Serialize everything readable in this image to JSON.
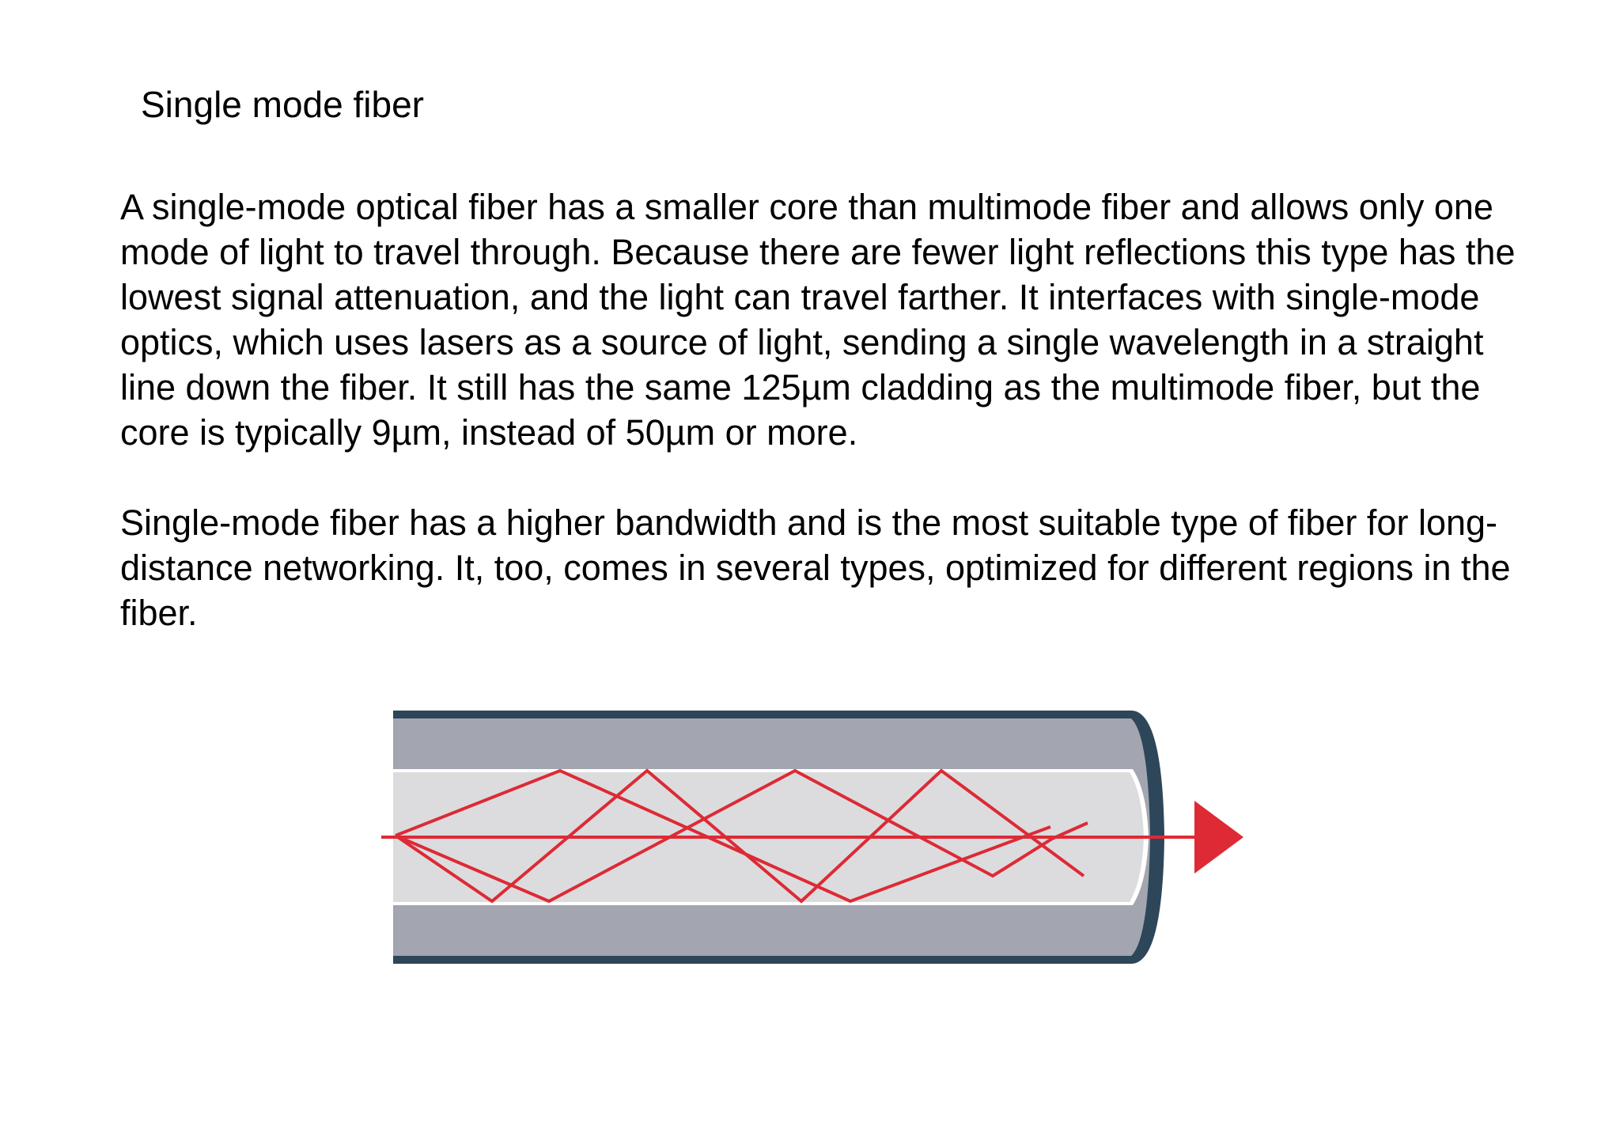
{
  "title": "Single mode fiber",
  "paragraphs": [
    {
      "lines": [
        "A single-mode optical fiber has a smaller core than multimode fiber and allows only one",
        "mode of light to travel through. Because there are fewer light reflections this type has the",
        "lowest signal attenuation, and the light can travel farther.  It interfaces with single-mode",
        "optics, which uses lasers as a source of light, sending a single wavelength in a straight",
        "line down the fiber. It still has the same 125µm cladding as the multimode fiber, but the",
        "core is typically 9µm, instead of 50µm or more."
      ]
    },
    {
      "lines": [
        "Single-mode fiber has a higher bandwidth and is the most suitable type of fiber for long-",
        "distance networking. It, too, comes in several types, optimized for different regions in the",
        "fiber."
      ]
    }
  ],
  "diagram": {
    "colors": {
      "jacket": "#2e4659",
      "cladding": "#a3a6b0",
      "core": "#dcdcde",
      "core_edge": "#ffffff",
      "light_ray": "#dd2a35"
    },
    "icons": [
      "fiber-cable-illustration",
      "light-ray-arrow-icon"
    ]
  }
}
